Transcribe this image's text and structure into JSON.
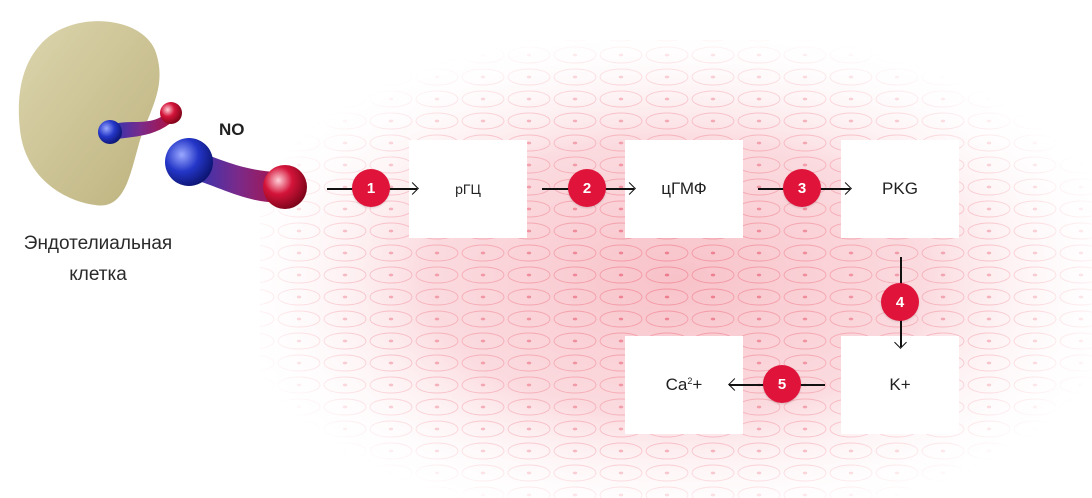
{
  "cell": {
    "label_line1": "Эндотелиальная",
    "label_line2": "клетка"
  },
  "molecule": {
    "label": "NO"
  },
  "steps": [
    "1",
    "2",
    "3",
    "4",
    "5"
  ],
  "nodes": {
    "rgc": "рГЦ",
    "cgmp": "цГМФ",
    "pkg": "PKG",
    "k": "K+",
    "ca_base": "Ca",
    "ca_sup": "2",
    "ca_charge": "+"
  },
  "colors": {
    "accent": "#e0143a",
    "cell_body": "#cfc69a",
    "tissue": "#f3a1ac"
  }
}
